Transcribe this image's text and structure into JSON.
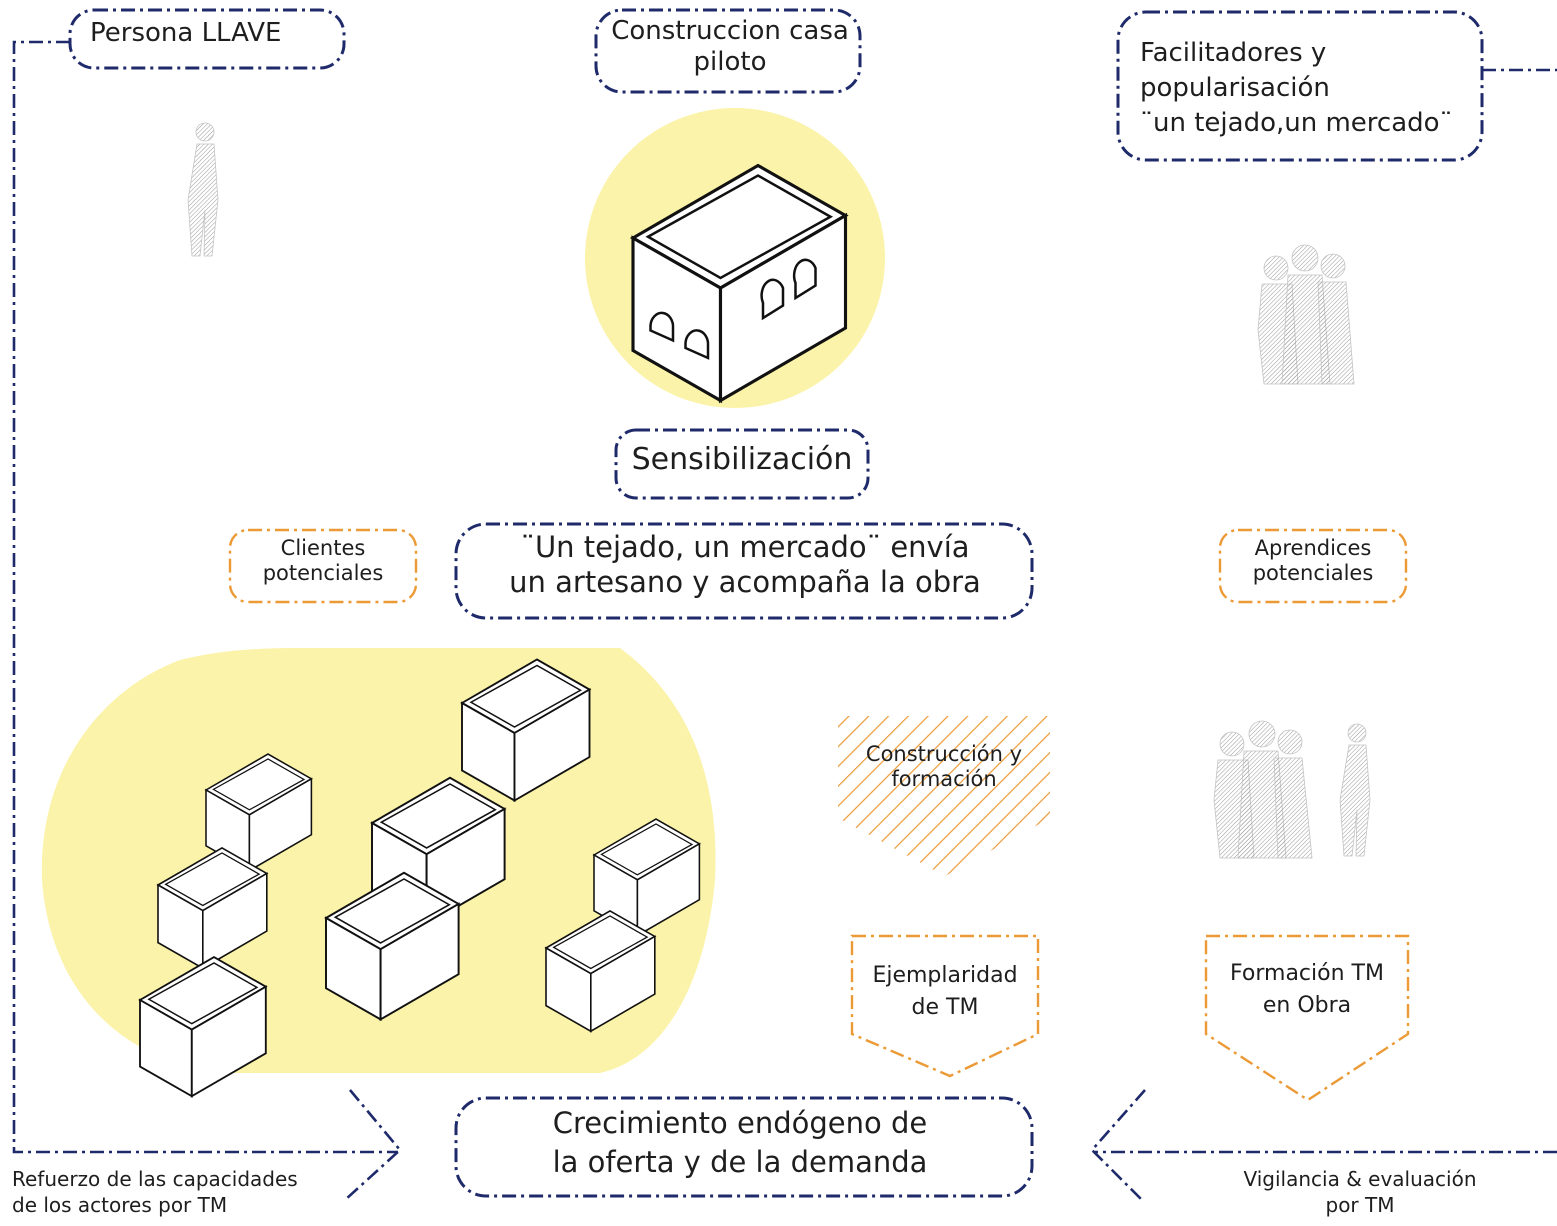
{
  "labels": {
    "persona_llave": "Persona LLAVE",
    "casa_piloto_l1": "Construccion casa",
    "casa_piloto_l2": "piloto",
    "facilitadores_l1": "Facilitadores y",
    "facilitadores_l2": "popularisación",
    "facilitadores_l3": "¨un tejado,un mercado¨",
    "sensibilizacion": "Sensibilización",
    "clientes_l1": "Clientes",
    "clientes_l2": "potenciales",
    "envia_l1": "¨Un tejado, un mercado¨ envía",
    "envia_l2": "un artesano y acompaña la obra",
    "aprendices_l1": "Aprendices",
    "aprendices_l2": "potenciales",
    "construccion_l1": "Construcción y",
    "construccion_l2": "formación",
    "ejemplaridad_l1": "Ejemplaridad",
    "ejemplaridad_l2": "de  TM",
    "formacion_l1": "Formación TM",
    "formacion_l2": "en Obra",
    "crecimiento_l1": "Crecimiento endógeno de",
    "crecimiento_l2": "la oferta y de la demanda",
    "refuerzo_l1": "Refuerzo de  las capacidades",
    "refuerzo_l2": "de los actores por TM",
    "vigilancia_l1": "Vigilancia & evaluación",
    "vigilancia_l2": "por TM"
  },
  "colors": {
    "navy": "#1f2a6b",
    "orange": "#ec9a36",
    "yellow": "#fbf3a9",
    "grey_figure": "#bdbdbd",
    "outline": "#111111"
  },
  "icons": [
    "person-icon",
    "group-icon",
    "house-icon"
  ]
}
